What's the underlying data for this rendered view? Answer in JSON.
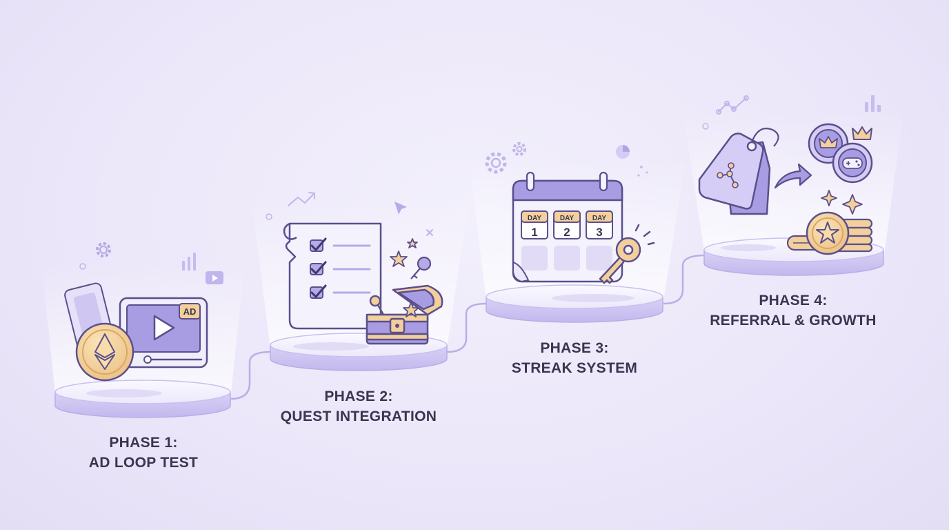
{
  "phases": [
    {
      "title": "PHASE 1:",
      "name": "AD LOOP TEST"
    },
    {
      "title": "PHASE 2:",
      "name": "QUEST INTEGRATION"
    },
    {
      "title": "PHASE 3:",
      "name": "STREAK SYSTEM"
    },
    {
      "title": "PHASE 4:",
      "name": "REFERRAL & GROWTH"
    }
  ],
  "icons": {
    "ad_badge": "AD",
    "calendar_days": [
      {
        "label": "DAY",
        "num": "1"
      },
      {
        "label": "DAY",
        "num": "2"
      },
      {
        "label": "DAY",
        "num": "3"
      }
    ]
  },
  "colors": {
    "accent": "#9d8fe0",
    "accent_dark": "#5a4f8c",
    "gold": "#f0c98a",
    "text": "#3a3550",
    "background": "#ece8fa"
  }
}
